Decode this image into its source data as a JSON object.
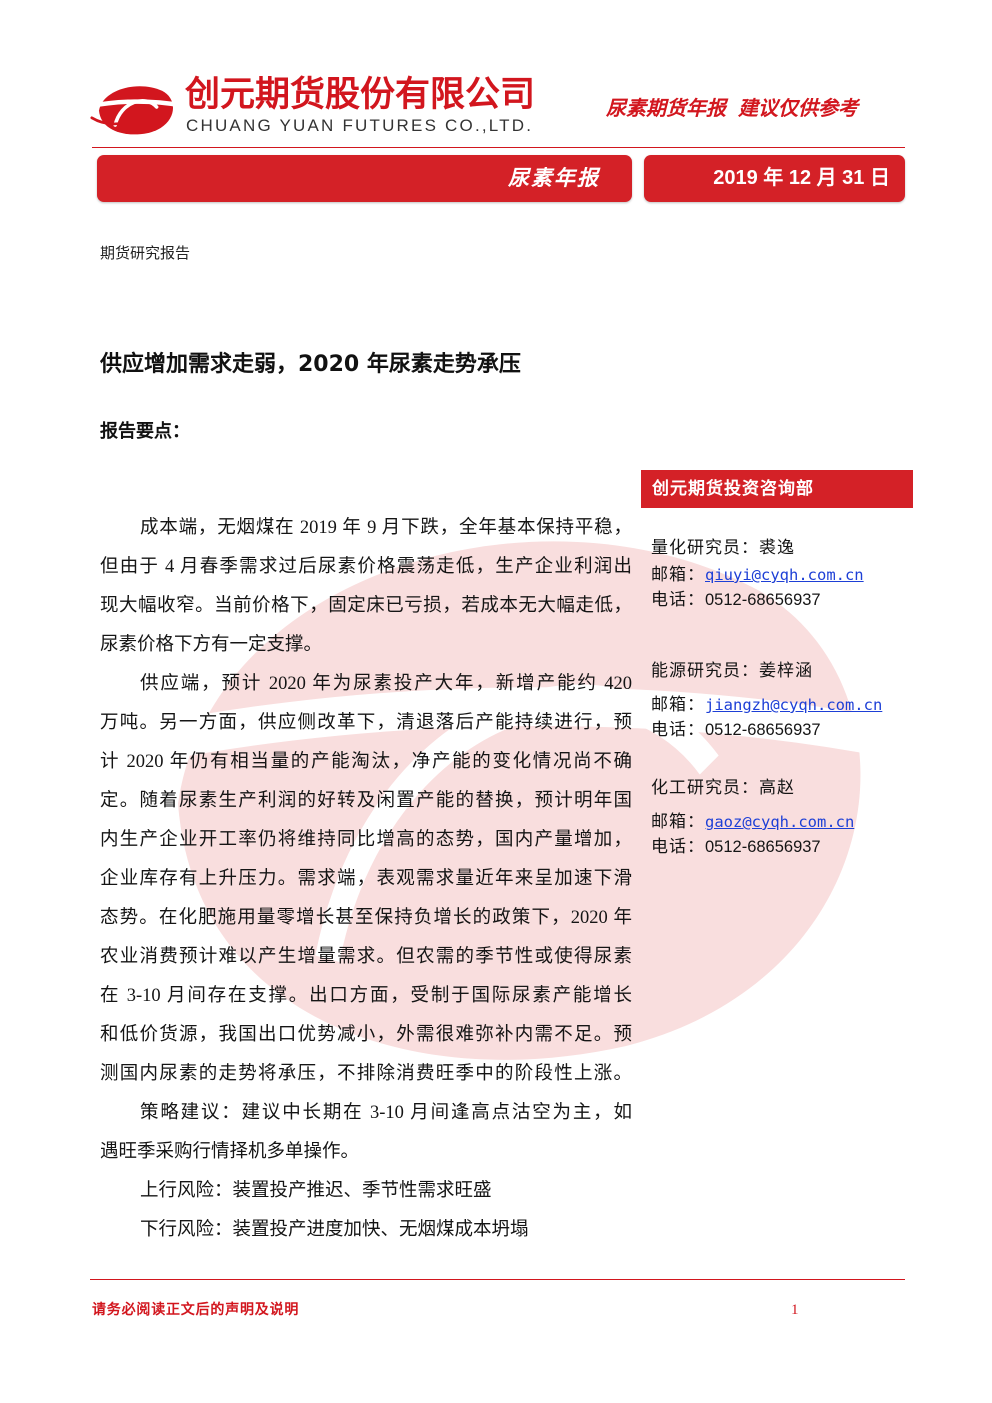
{
  "header": {
    "company_name_cn": "创元期货股份有限公司",
    "company_name_en": "CHUANG YUAN FUTURES CO.,LTD.",
    "tagline_report": "尿素期货年报",
    "tagline_note": "建议仅供参考"
  },
  "banner": {
    "report_type": "尿素年报",
    "date": "2019 年 12 月 31 日"
  },
  "report_category": "期货研究报告",
  "title": "供应增加需求走弱，2020 年尿素走势承压",
  "summary_heading": "报告要点：",
  "body": {
    "cost": [
      "成本端，无烟煤在 2019 年 9 月下跌，全年基本保持平稳，",
      "但由于 4 月春季需求过后尿素价格震荡走低，生产企业利润出",
      "现大幅收窄。当前价格下，固定床已亏损，若成本无大幅走低，",
      "尿素价格下方有一定支撑。"
    ],
    "supply_demand": [
      "供应端，预计 2020 年为尿素投产大年，新增产能约 420",
      "万吨。另一方面，供应侧改革下，清退落后产能持续进行，预",
      "计 2020 年仍有相当量的产能淘汰，净产能的变化情况尚不确",
      "定。随着尿素生产利润的好转及闲置产能的替换，预计明年国",
      "内生产企业开工率仍将维持同比增高的态势，国内产量增加，",
      "企业库存有上升压力。需求端，表观需求量近年来呈加速下滑",
      "态势。在化肥施用量零增长甚至保持负增长的政策下，2020 年",
      "农业消费预计难以产生增量需求。但农需的季节性或使得尿素",
      "在 3-10 月间存在支撑。出口方面，受制于国际尿素产能增长",
      "和低价货源，我国出口优势减小，外需很难弥补内需不足。预",
      "测国内尿素的走势将承压，不排除消费旺季中的阶段性上涨。"
    ],
    "strategy": [
      "策略建议：建议中长期在 3-10 月间逢高点沽空为主，如",
      "遇旺季采购行情择机多单操作。"
    ],
    "upside_risk": "上行风险：装置投产推迟、季节性需求旺盛",
    "downside_risk": "下行风险：装置投产进度加快、无烟煤成本坍塌"
  },
  "sidebar": {
    "department": "创元期货投资咨询部",
    "contacts": [
      {
        "role_label": "量化研究员：",
        "name": "裘逸",
        "email_label": "邮箱：",
        "email": "qiuyi@cyqh.com.cn",
        "phone_label": "电话：",
        "phone": "0512-68656937"
      },
      {
        "role_label": "能源研究员：",
        "name": "姜梓涵",
        "email_label": "邮箱：",
        "email": "jiangzh@cyqh.com.cn",
        "phone_label": "电话：",
        "phone": "0512-68656937"
      },
      {
        "role_label": "化工研究员：",
        "name": "高赵",
        "email_label": "邮箱：",
        "email": "gaoz@cyqh.com.cn",
        "phone_label": "电话：",
        "phone": "0512-68656937"
      }
    ]
  },
  "footer": {
    "notice": "请务必阅读正文后的声明及说明",
    "page_number": "1"
  },
  "icons": {
    "logo": "swirl-logo-icon",
    "watermark": "swirl-watermark-icon"
  },
  "colors": {
    "brand_red": "#d2161e",
    "banner_red": "#d42127",
    "link_blue": "#1d3fd6",
    "watermark_pink": "#f9dede"
  }
}
